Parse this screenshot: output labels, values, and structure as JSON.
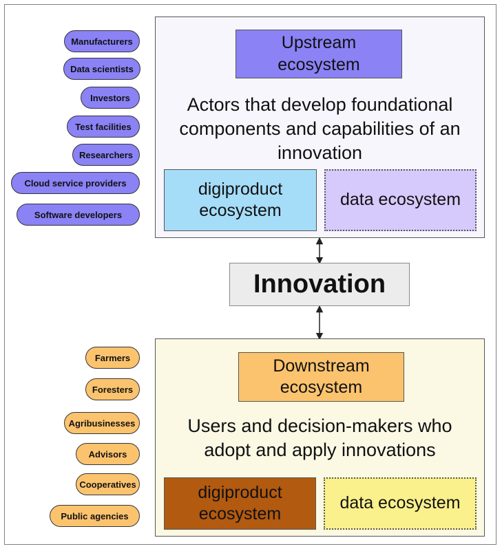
{
  "upstream": {
    "actors": [
      "Manufacturers",
      "Data scientists",
      "Investors",
      "Test facilities",
      "Researchers",
      "Cloud service providers",
      "Software developers"
    ],
    "title_line1": "Upstream",
    "title_line2": "ecosystem",
    "description_line1": "Actors that develop foundational",
    "description_line2": "components and capabilities of an",
    "description_line3": "innovation",
    "digiproduct_line1": "digiproduct",
    "digiproduct_line2": "ecosystem",
    "data_ecosystem": "data ecosystem"
  },
  "center": {
    "label": "Innovation"
  },
  "downstream": {
    "actors": [
      "Farmers",
      "Foresters",
      "Agribusinesses",
      "Advisors",
      "Cooperatives",
      "Public agencies"
    ],
    "title_line1": "Downstream",
    "title_line2": "ecosystem",
    "description_line1": "Users and decision-makers who",
    "description_line2": "adopt and apply innovations",
    "digiproduct_line1": "digiproduct",
    "digiproduct_line2": "ecosystem",
    "data_ecosystem": "data ecosystem"
  },
  "colors": {
    "upstream_actor": "#8a82f5",
    "upstream_title": "#8a82f5",
    "upstream_digiproduct": "#a5dcf8",
    "upstream_data": "#d6c9fb",
    "downstream_actor": "#fcc36e",
    "downstream_title": "#fcc36e",
    "downstream_digiproduct": "#b25a10",
    "downstream_data": "#faf08c",
    "innovation_box": "#ececec"
  }
}
